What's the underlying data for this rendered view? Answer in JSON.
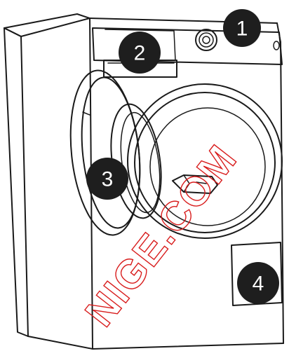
{
  "callouts": [
    {
      "label": "1"
    },
    {
      "label": "2"
    },
    {
      "label": "3"
    },
    {
      "label": "4"
    }
  ],
  "watermark": {
    "text": "NIGE.COM"
  },
  "colors": {
    "outline": "#1a1a1a",
    "callout_fill": "#1e1e1e",
    "callout_text": "#ffffff",
    "watermark": "#d81c1c"
  }
}
